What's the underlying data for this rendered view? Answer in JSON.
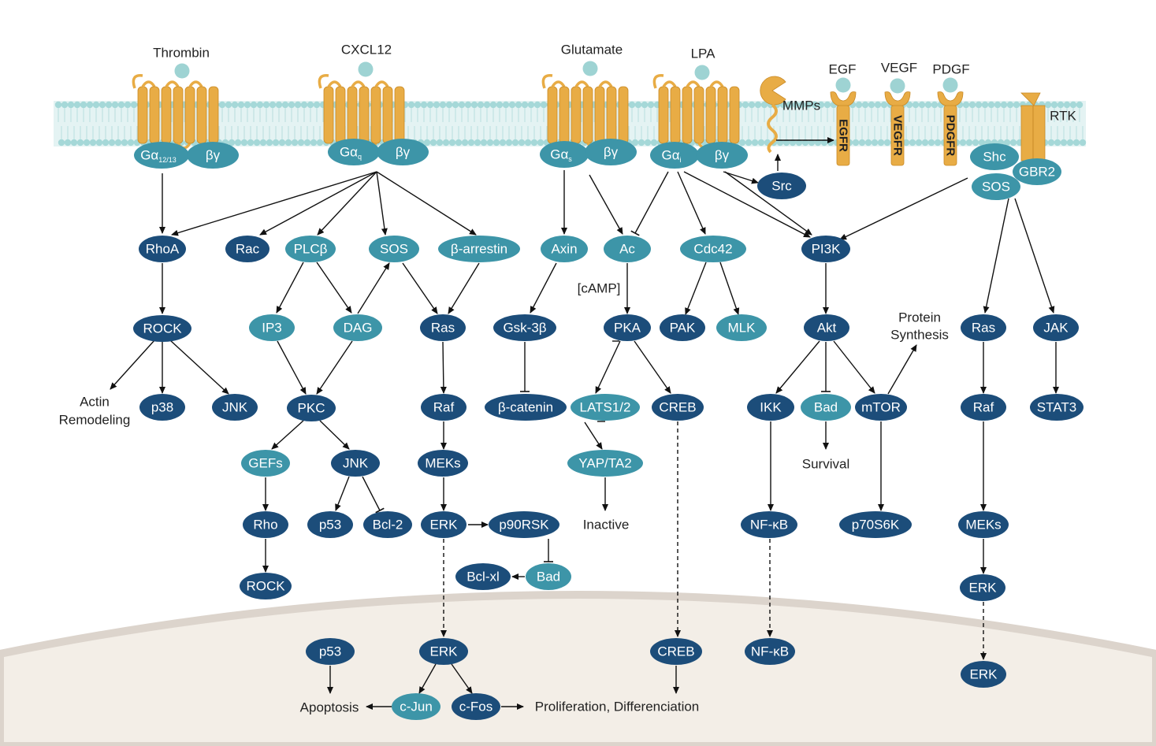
{
  "colors": {
    "dark": "#1c4d7a",
    "teal": "#3d95a8",
    "gold": "#e8ac45",
    "gold_dark": "#c98a26",
    "membrane": "#a5d8d8",
    "ligand": "#9ed3d3",
    "nucleus": "#f3eee7",
    "nucleus_edge": "#dcd4cc"
  },
  "ligands": {
    "thrombin": "Thrombin",
    "cxcl12": "CXCL12",
    "glutamate": "Glutamate",
    "lpa": "LPA",
    "egf": "EGF",
    "vegf": "VEGF",
    "pdgf": "PDGF",
    "mmps": "MMPs",
    "rtk": "RTK"
  },
  "receptors": {
    "egfr": "EGFR",
    "vegfr": "VEGFR",
    "pdgfr": "PDGFR"
  },
  "gproteins": {
    "g12": {
      "main": "Gα",
      "sub": "12/13"
    },
    "gq": {
      "main": "Gα",
      "sub": "q"
    },
    "gs": {
      "main": "Gα",
      "sub": "s"
    },
    "gi": {
      "main": "Gα",
      "sub": "i"
    },
    "bg": "βγ"
  },
  "nodes": {
    "src": "Src",
    "shc": "Shc",
    "sos_rtk": "SOS",
    "gbr2": "GBR2",
    "rhoa": "RhoA",
    "rac": "Rac",
    "plcb": "PLCβ",
    "sos": "SOS",
    "barrestin": "β-arrestin",
    "axin": "Axin",
    "ac": "Ac",
    "cdc42": "Cdc42",
    "pi3k": "PI3K",
    "rock": "ROCK",
    "ip3": "IP3",
    "dag": "DAG",
    "ras": "Ras",
    "gsk3b": "Gsk-3β",
    "pka": "PKA",
    "pak": "PAK",
    "mlk": "MLK",
    "akt": "Akt",
    "ras_rtk": "Ras",
    "jak": "JAK",
    "p38": "p38",
    "jnk_rock": "JNK",
    "pkc": "PKC",
    "raf": "Raf",
    "bcatenin": "β-catenin",
    "lats": "LATS1/2",
    "creb": "CREB",
    "ikk": "IKK",
    "bad_akt": "Bad",
    "mtor": "mTOR",
    "raf_rtk": "Raf",
    "stat3": "STAT3",
    "gefs": "GEFs",
    "jnk_pkc": "JNK",
    "meks": "MEKs",
    "yap": "YAP/TA2",
    "rho": "Rho",
    "p53": "p53",
    "bcl2": "Bcl-2",
    "erk": "ERK",
    "p90rsk": "p90RSK",
    "nfkb": "NF-κB",
    "p70s6k": "p70S6K",
    "meks_rtk": "MEKs",
    "bclxl": "Bcl-xl",
    "bad": "Bad",
    "rock2": "ROCK",
    "erk_rtk": "ERK",
    "p53_nuc": "p53",
    "erk_nuc": "ERK",
    "creb_nuc": "CREB",
    "nfkb_nuc": "NF-κB",
    "erk_rtk_nuc": "ERK",
    "cjun": "c-Jun",
    "cfos": "c-Fos"
  },
  "labels": {
    "actin_1": "Actin",
    "actin_2": "Remodeling",
    "camp": "[cAMP]",
    "protein_1": "Protein",
    "protein_2": "Synthesis",
    "survival": "Survival",
    "inactive": "Inactive",
    "apoptosis": "Apoptosis",
    "proliferation": "Proliferation, Differenciation"
  }
}
